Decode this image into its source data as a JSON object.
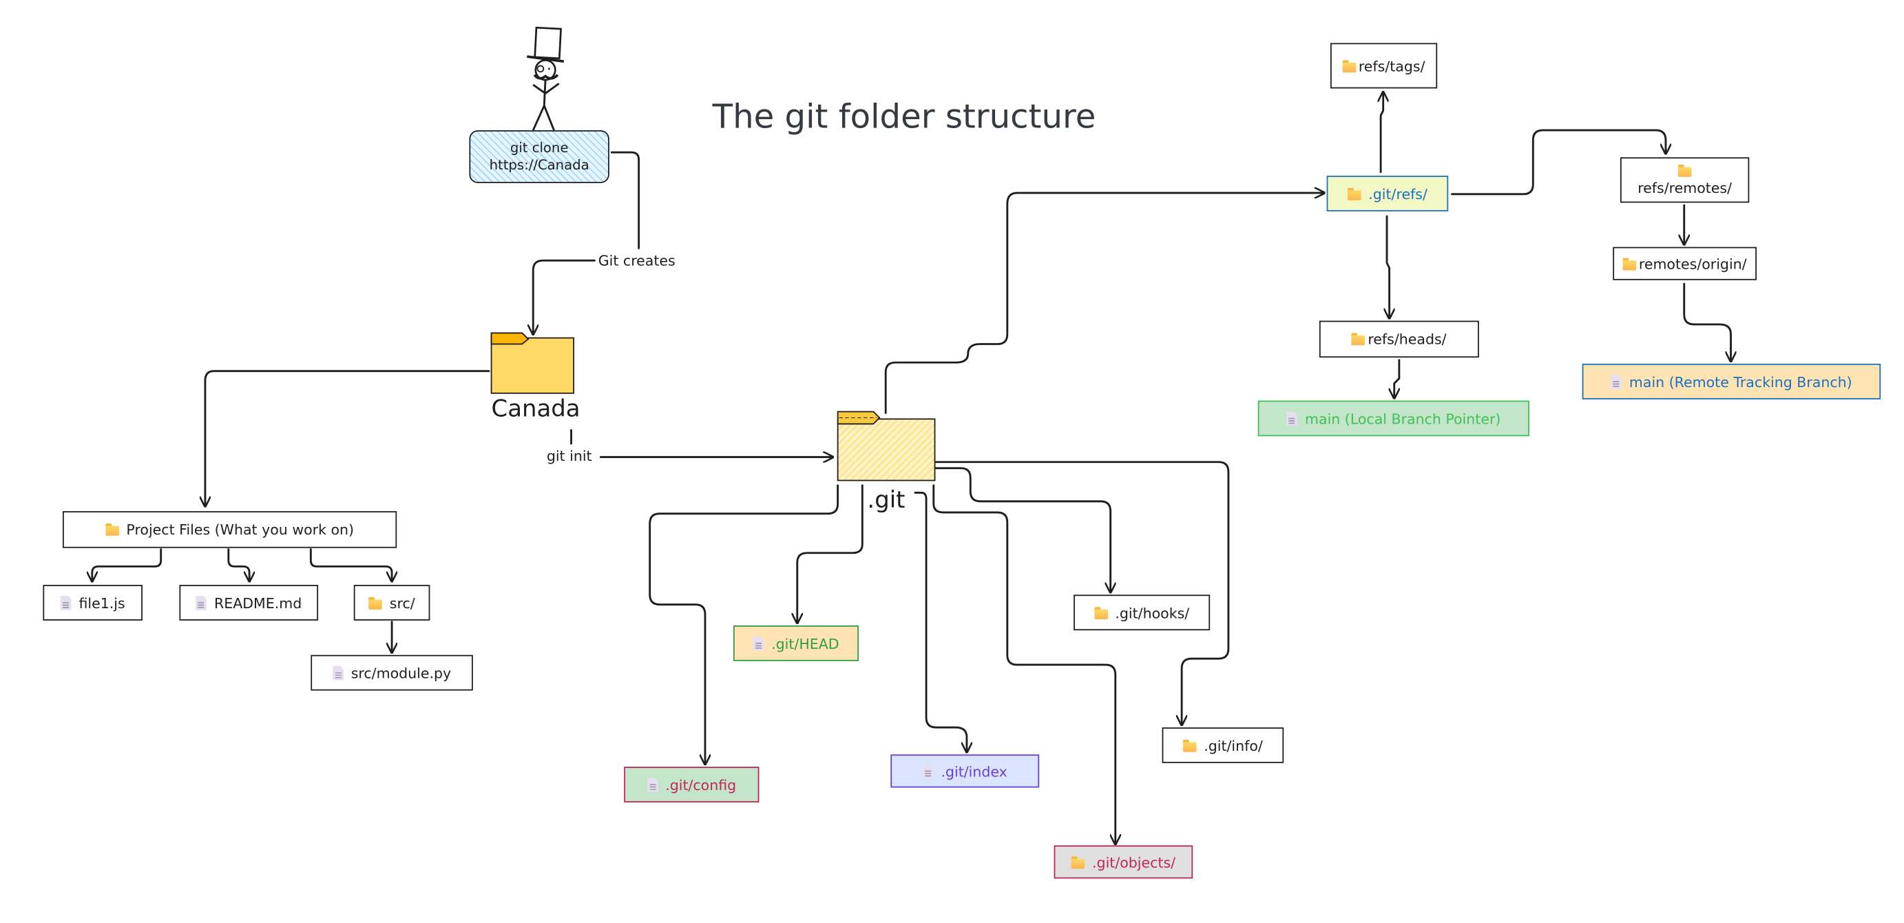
{
  "title": "The git folder structure",
  "colors": {
    "ink": "#1e1e1e",
    "title_ink": "#343a40",
    "folder_yellow": "#ffd966",
    "folder_tab": "#fbb500",
    "clone_fill": "#e7f5ff",
    "clone_hatch": "#a5d8ff"
  },
  "actor": {
    "icon": "top-hat-stick-figure-icon",
    "command_lines": [
      "git clone",
      "https://Canada"
    ]
  },
  "edge_labels": {
    "git_creates": "Git creates",
    "git_init": "git init"
  },
  "folders": {
    "canada": {
      "label": "Canada",
      "icon": "folder-icon"
    },
    "dotgit": {
      "label": ".git",
      "icon": "folder-icon"
    }
  },
  "project_files": {
    "root": {
      "label": "Project Files (What you work on)",
      "icon": "folder-icon"
    },
    "children": [
      {
        "label": "file1.js",
        "icon": "file-icon"
      },
      {
        "label": "README.md",
        "icon": "file-icon"
      },
      {
        "label": "src/",
        "icon": "folder-icon"
      }
    ],
    "src_child": {
      "label": "src/module.py",
      "icon": "file-icon"
    }
  },
  "git_children": [
    {
      "id": "config",
      "label": ".git/config",
      "icon": "file-icon",
      "fill": "#c3e6cb",
      "stroke": "#c2255c",
      "text": "#c2255c"
    },
    {
      "id": "head",
      "label": ".git/HEAD",
      "icon": "file-icon",
      "fill": "#ffe3b3",
      "stroke": "#2f9e44",
      "text": "#2f9e44"
    },
    {
      "id": "index",
      "label": ".git/index",
      "icon": "file-icon",
      "fill": "#dbe4ff",
      "stroke": "#6741d9",
      "text": "#6741d9"
    },
    {
      "id": "objects",
      "label": ".git/objects/",
      "icon": "folder-icon",
      "fill": "#e0e0e0",
      "stroke": "#c2255c",
      "text": "#c2255c"
    },
    {
      "id": "hooks",
      "label": ".git/hooks/",
      "icon": "folder-icon",
      "fill": "#ffffff",
      "stroke": "#1e1e1e",
      "text": "#1e1e1e"
    },
    {
      "id": "info",
      "label": ".git/info/",
      "icon": "folder-icon",
      "fill": "#ffffff",
      "stroke": "#1e1e1e",
      "text": "#1e1e1e"
    }
  ],
  "refs": {
    "root": {
      "label": ".git/refs/",
      "icon": "folder-icon",
      "fill": "#f3f7c4",
      "stroke": "#1971c2",
      "text": "#1971c2"
    },
    "tags": {
      "label": "refs/tags/",
      "icon": "folder-icon"
    },
    "heads": {
      "label": "refs/heads/",
      "icon": "folder-icon"
    },
    "remotes": {
      "label": "refs/remotes/",
      "icon": "folder-icon"
    },
    "origin": {
      "label": "remotes/origin/",
      "icon": "folder-icon"
    },
    "local_main": {
      "label": "main (Local Branch Pointer)",
      "icon": "file-icon",
      "fill": "#c3e6cb",
      "stroke": "#40c057",
      "text": "#40c057"
    },
    "remote_main": {
      "label": "main (Remote Tracking Branch)",
      "icon": "file-icon",
      "fill": "#ffe3b3",
      "stroke": "#1971c2",
      "text": "#1971c2"
    }
  }
}
